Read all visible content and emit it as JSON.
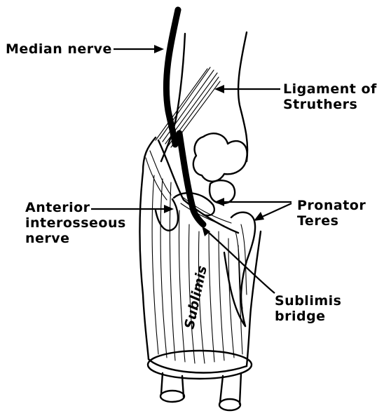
{
  "labels": {
    "median_nerve": "Median nerve",
    "ligament_of_struthers_line1": "Ligament of",
    "ligament_of_struthers_line2": "Struthers",
    "anterior_interosseous_line1": "Anterior",
    "anterior_interosseous_line2": "interosseous",
    "anterior_interosseous_line3": "nerve",
    "pronator_teres_line1": "Pronator",
    "pronator_teres_line2": "Teres",
    "sublimis_bridge_line1": "Sublimis",
    "sublimis_bridge_line2": "bridge",
    "sublimis_muscle": "Sublimis"
  },
  "colors": {
    "ink": "#000000",
    "background": "#ffffff"
  }
}
